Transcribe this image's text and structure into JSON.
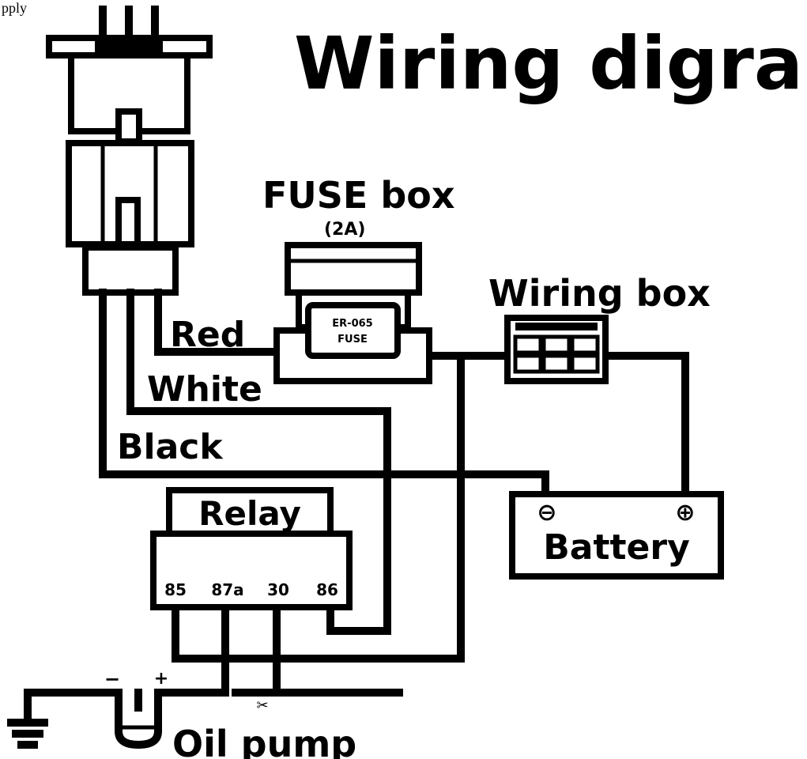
{
  "header_fragment": "pply",
  "title": "Wiring digram",
  "fuse_box": {
    "label": "FUSE box",
    "rating": "(2A)",
    "fuse_text_line1": "ER-065",
    "fuse_text_line2": "FUSE"
  },
  "wiring_box": {
    "label": "Wiring box"
  },
  "wires": {
    "red": "Red",
    "white": "White",
    "black": "Black"
  },
  "relay": {
    "label": "Relay",
    "pins": [
      "85",
      "87a",
      "30",
      "86"
    ]
  },
  "battery": {
    "label": "Battery",
    "negative_symbol": "⊖",
    "positive_symbol": "⊕"
  },
  "oil_pump": {
    "label": "Oil pump",
    "minus": "−",
    "plus": "+"
  },
  "cut_mark": "✂"
}
